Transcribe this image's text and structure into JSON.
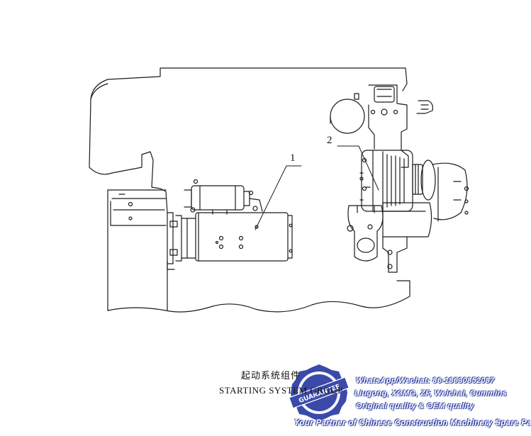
{
  "diagram": {
    "callouts": [
      {
        "id": "1",
        "label": "1"
      },
      {
        "id": "2",
        "label": "2"
      }
    ],
    "title_cn": "起动系统组件",
    "title_en": "STARTING SYSTEM GROUP"
  },
  "watermark": {
    "lines": [
      "WhatsApp/Wechat: 86-18630852087",
      "Liugong, XCMG, ZF, Weichai, Cummins",
      "Original quality & OEM quality",
      "Your Partner of Chinese Construction Machinery Spare Parts"
    ],
    "seal_text": "GUARANTEE",
    "color": "#3b4aa8"
  }
}
